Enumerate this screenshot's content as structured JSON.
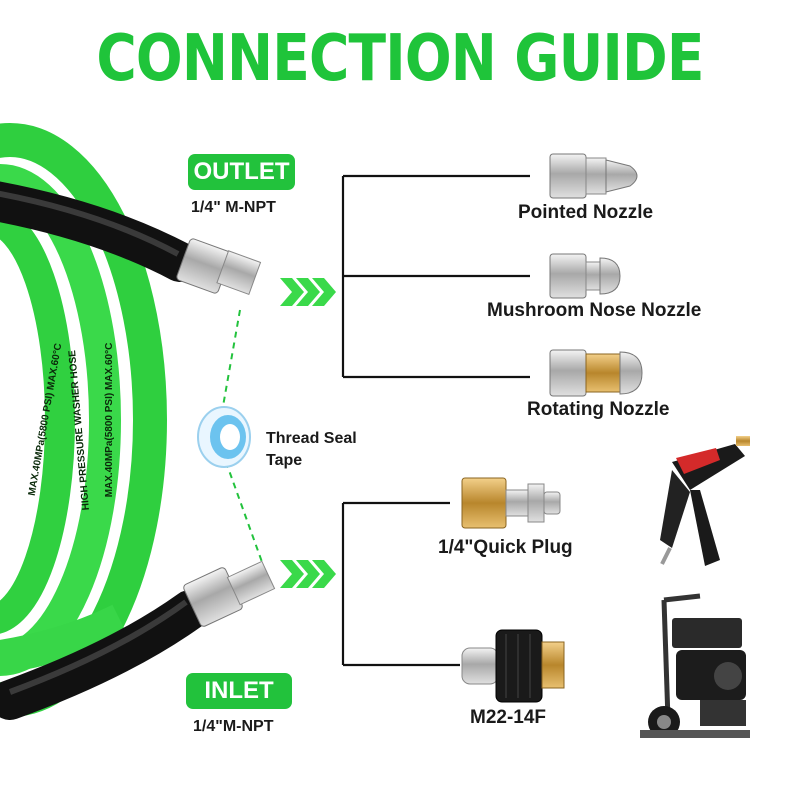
{
  "header": {
    "title": "CONNECTION GUIDE"
  },
  "outlet": {
    "badge": "OUTLET",
    "spec": "1/4\" M-NPT"
  },
  "inlet": {
    "badge": "INLET",
    "spec": "1/4\"M-NPT"
  },
  "tape": {
    "line1": "Thread Seal",
    "line2": "Tape"
  },
  "outlet_accessories": [
    {
      "label": "Pointed Nozzle"
    },
    {
      "label": "Mushroom Nose Nozzle"
    },
    {
      "label": "Rotating Nozzle"
    }
  ],
  "inlet_accessories": [
    {
      "label": "1/4\"Quick Plug"
    },
    {
      "label": "M22-14F"
    }
  ],
  "hose_print": {
    "brand_text": "HIGH  PRESSURE WASHER HOSE",
    "rating_text": "MAX.40MPa(5800 PSI)  MAX.60°C"
  },
  "colors": {
    "accent": "#22c23c",
    "hose": "#3ad94a",
    "text": "#1a1a1a"
  }
}
